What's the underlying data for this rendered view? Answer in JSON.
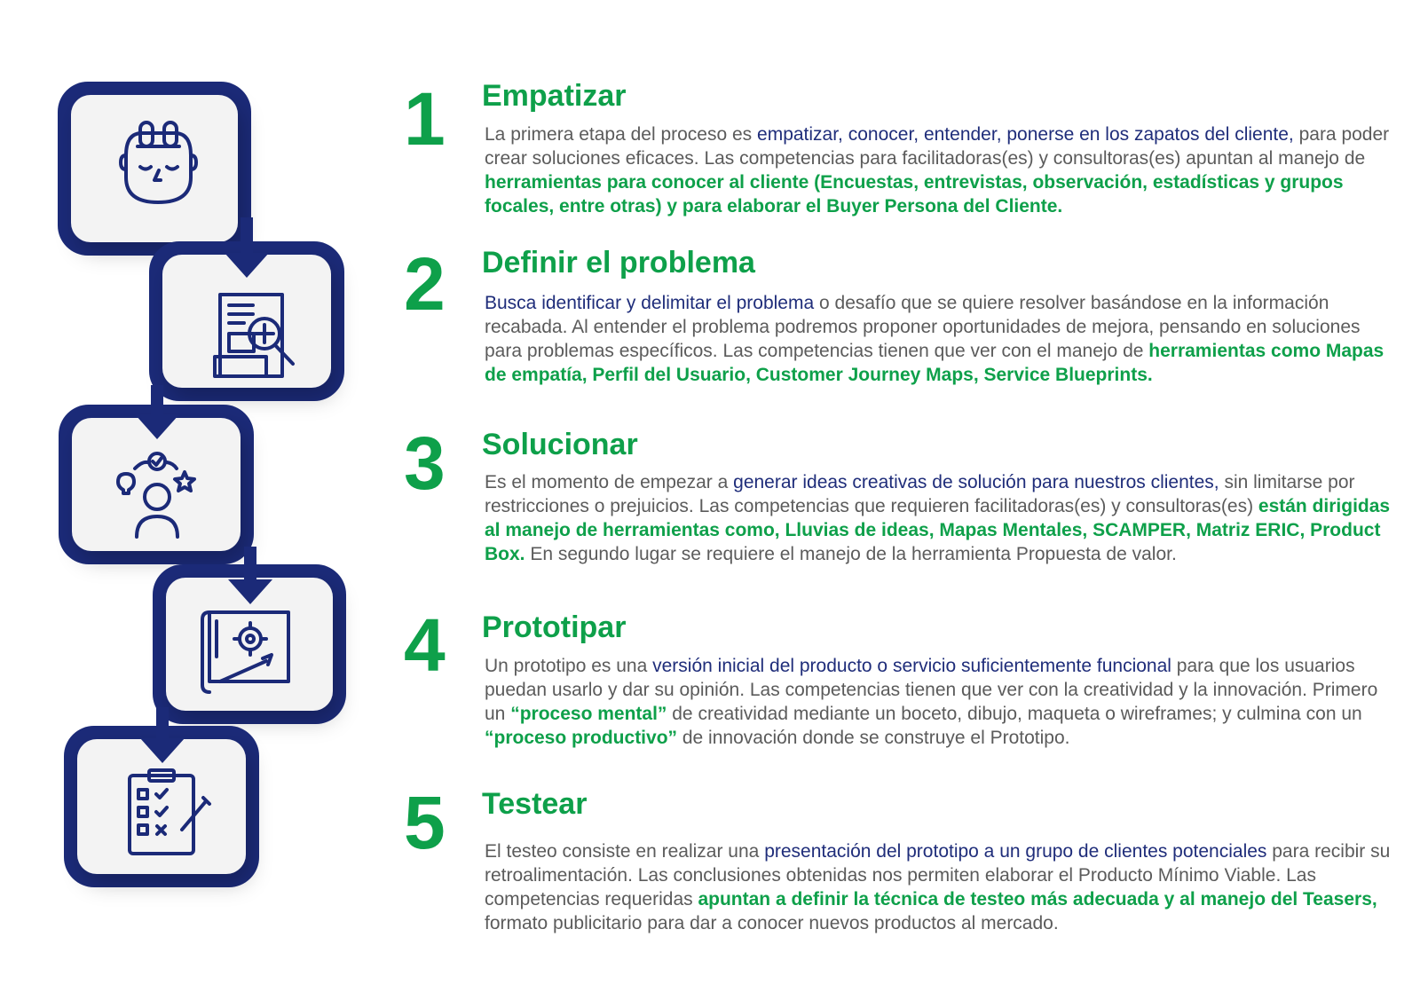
{
  "colors": {
    "navy": "#1b2a78",
    "green": "#0ea04a",
    "text": "#5b5b5b",
    "highlight": "#1f2d7a",
    "card": "#f3f3f3"
  },
  "steps": [
    {
      "number": "1",
      "title": "Empatizar",
      "icon": "empathy-head-icon",
      "text": {
        "a": "La primera etapa del proceso es ",
        "b": "empatizar, conocer, entender, ponerse en los zapatos del cliente,",
        "c": " para poder crear soluciones eficaces. Las competencias para facilitadoras(es) y consultoras(es) apuntan al manejo de ",
        "d": "herramientas para conocer al cliente (Encuestas, entrevistas, observación, estadísticas y grupos focales, entre otras) y para elaborar el Buyer Persona del Cliente."
      }
    },
    {
      "number": "2",
      "title": "Definir el problema",
      "icon": "document-search-icon",
      "text": {
        "a": "Busca identificar y delimitar el problema",
        "b": " o desafío que se quiere resolver basándose en la información recabada. Al entender el problema podremos proponer oportunidades de mejora, pensando en soluciones para problemas específicos. Las competencias tienen que ver con el manejo de ",
        "c": "herramientas como Mapas de empatía, Perfil del Usuario, Customer Journey Maps, Service Blueprints."
      }
    },
    {
      "number": "3",
      "title": "Solucionar",
      "icon": "person-ideas-icon",
      "text": {
        "a": "Es el momento de empezar a ",
        "b": "generar ideas creativas de solución para nuestros clientes,",
        "c": " sin limitarse por restricciones o prejuicios. Las competencias que requieren facilitadoras(es) y consultoras(es) ",
        "d": "están dirigidas al manejo de herramientas como, Lluvias de ideas, Mapas Mentales, SCAMPER, Matriz ERIC, Product Box.",
        "e": " En segundo lugar se requiere el manejo de la herramienta Propuesta de valor."
      }
    },
    {
      "number": "4",
      "title": "Prototipar",
      "icon": "blueprint-gear-icon",
      "text": {
        "a": "Un prototipo es  una ",
        "b": "versión inicial del  producto o servicio suficientemente funcional",
        "c": " para que los usuarios puedan usarlo y dar su opinión. Las competencias tienen que ver con la creatividad y la innovación. Primero un ",
        "d": "“proceso mental”",
        "e": " de creatividad mediante un boceto, dibujo, maqueta o wireframes; y culmina con un ",
        "f": "“proceso productivo”",
        "g": " de innovación donde se construye el Prototipo."
      }
    },
    {
      "number": "5",
      "title": "Testear",
      "icon": "checklist-icon",
      "text": {
        "a": "El testeo consiste en realizar una ",
        "b": "presentación del prototipo a un grupo de clientes potenciales",
        "c": " para recibir su retroalimentación. Las conclusiones obtenidas nos permiten elaborar el Producto Mínimo Viable. Las competencias requeridas ",
        "d": "apuntan a definir la técnica de testeo más adecuada y al manejo del Teasers,",
        "e": " formato publicitario para dar a conocer nuevos productos al mercado."
      }
    }
  ]
}
